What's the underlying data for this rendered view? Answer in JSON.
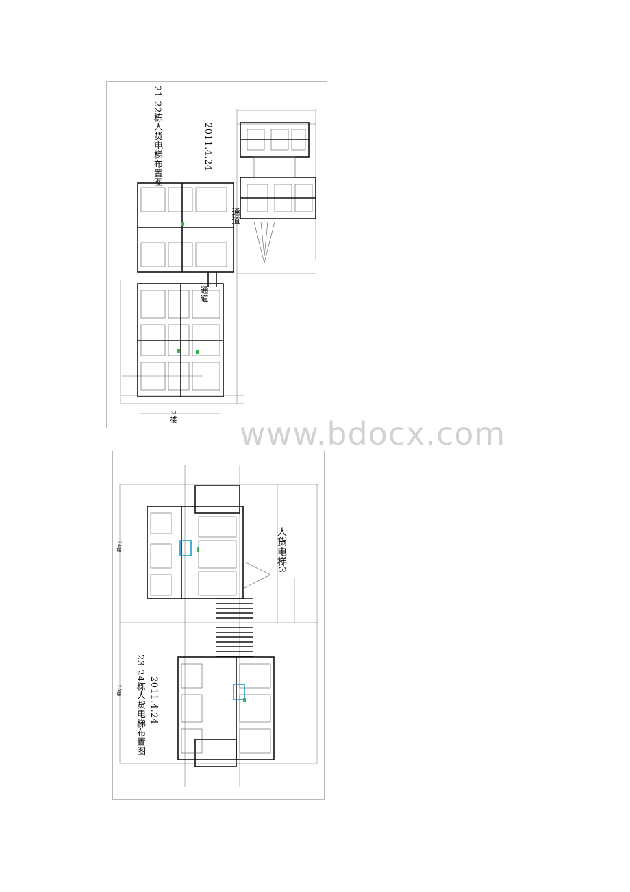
{
  "sheets": [
    {
      "title": "21-22栋人货电梯布置图",
      "date": "2011.4.24",
      "annotations": [
        "通道",
        "通道"
      ],
      "bottom_label": "2楼"
    },
    {
      "title": "23-24栋人货电梯布置图",
      "date": "2011.4.24",
      "elevator_label": "人货电梯3",
      "side_labels": [
        "24楼",
        "23楼"
      ]
    }
  ],
  "watermark": "www.bdocx.com"
}
